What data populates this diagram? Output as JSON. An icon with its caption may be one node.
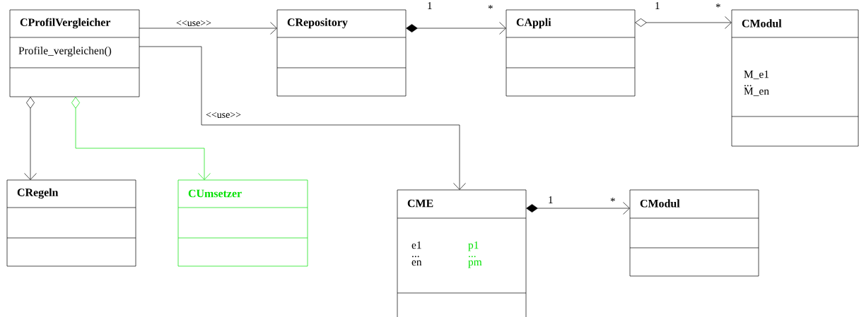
{
  "diagram": {
    "nodes": [
      {
        "text": [
          "CProfilVergleicher",
          "Profile_vergleichen()"
        ]
      },
      {
        "text": [
          "CRepository"
        ]
      },
      {
        "text": [
          "CAppli"
        ]
      },
      {
        "text": [
          "CModul",
          "M_e1 ... M_en"
        ]
      },
      {
        "text": [
          "CRegeln"
        ]
      },
      {
        "text": [
          "CUmsetzer"
        ]
      },
      {
        "text": [
          "CME",
          "e1 ... en",
          "p1 ... pm"
        ]
      },
      {
        "text": [
          "CModul"
        ]
      }
    ],
    "edges": [
      {
        "from": 0,
        "to": 1,
        "arrow": "to",
        "label": "<<use>>"
      },
      {
        "from": 0,
        "to": 6,
        "arrow": "to",
        "label": "<<use>>"
      },
      {
        "from": 1,
        "to": 2,
        "arrow": "to"
      },
      {
        "from": 2,
        "to": 3,
        "arrow": "to"
      },
      {
        "from": 0,
        "to": 4,
        "arrow": "to"
      },
      {
        "from": 0,
        "to": 5,
        "arrow": "to",
        "color": "#00ff00"
      },
      {
        "from": 6,
        "to": 7,
        "arrow": "to"
      }
    ],
    "labels": [
      "1",
      "*",
      "1",
      "*",
      "1",
      "*"
    ]
  }
}
